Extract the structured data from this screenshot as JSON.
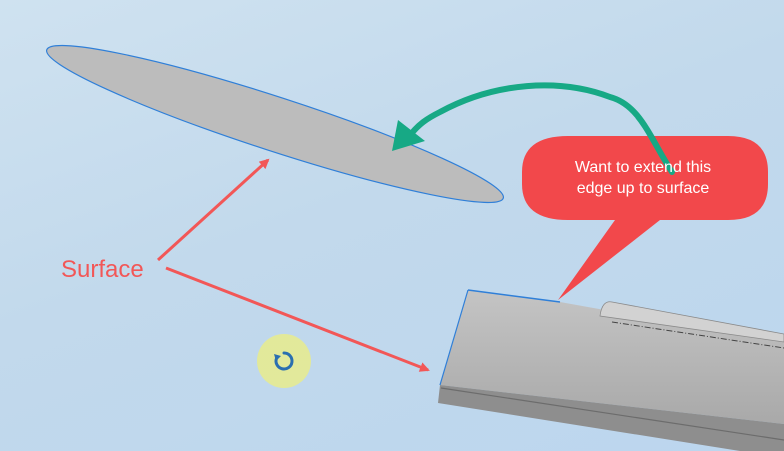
{
  "annotation": {
    "surface_label": "Surface",
    "callout_line1": "Want to extend this",
    "callout_line2": "edge up to surface"
  },
  "colors": {
    "background_light": "#cfe2f0",
    "background_dark": "#bcd6ee",
    "surface_fill": "#bcbcbc",
    "surface_edge": "#2f7fd8",
    "annotation_red": "#f25757",
    "callout_red": "#f2484b",
    "leader_green": "#17a985",
    "body_top": "#b6b6b6",
    "body_side": "#8e8e8e",
    "cursor_badge": "#e8ec8c",
    "cursor_arrow": "#2a6fb0"
  },
  "icons": {
    "rotate_cursor": "rotate-view-icon"
  }
}
